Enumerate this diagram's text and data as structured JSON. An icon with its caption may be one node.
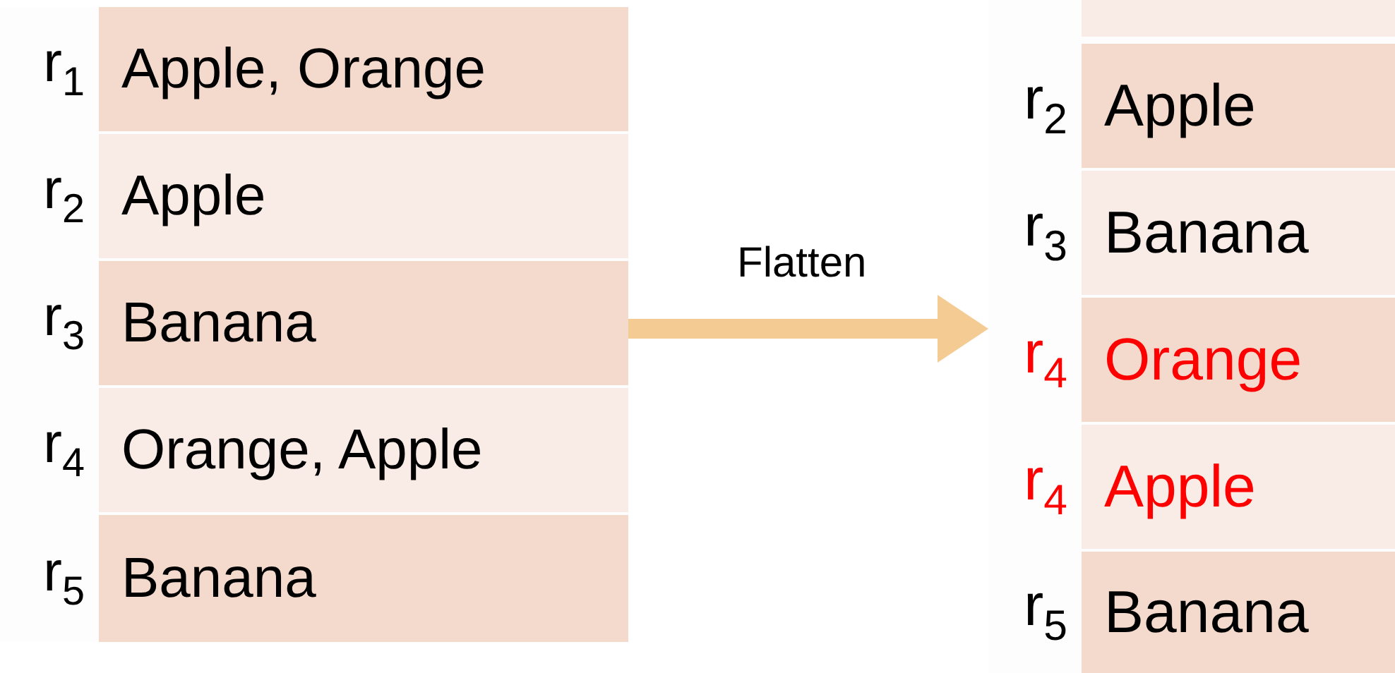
{
  "diagram": {
    "nodes": [
      {
        "text": [],
        "shape": "box"
      },
      {
        "text": [
          "Apple, Orange"
        ],
        "in": 0,
        "beside": [
          "r$_{1}$"
        ]
      },
      {
        "text": [
          "Apple"
        ],
        "in": 0,
        "beside": [
          "r$_{2}$"
        ]
      },
      {
        "text": [
          "Banana"
        ],
        "in": 0,
        "beside": [
          "r$_{3}$"
        ]
      },
      {
        "text": [
          "Orange, Apple"
        ],
        "in": 0,
        "beside": [
          "r$_{4}$"
        ]
      },
      {
        "text": [
          "Banana"
        ],
        "in": 0,
        "beside": [
          "r$_{5}$"
        ]
      },
      {
        "text": [],
        "shape": "box"
      },
      {
        "text": [
          "Apple"
        ],
        "in": 6,
        "beside": [
          "r$_{2}$"
        ]
      },
      {
        "text": [
          "Banana"
        ],
        "in": 6,
        "beside": [
          "r$_{3}$"
        ]
      },
      {
        "text": [
          "Orange"
        ],
        "in": 6,
        "beside": [
          "r$_{4}$"
        ]
      },
      {
        "text": [
          "Apple"
        ],
        "in": 6,
        "beside": [
          "r$_{4}$"
        ]
      },
      {
        "text": [
          "Banana"
        ],
        "in": 6,
        "beside": [
          "r$_{5}$"
        ]
      }
    ],
    "edges": [
      {
        "from": 0,
        "to": 6,
        "arrow": "to",
        "label": "Flatten",
        "color": "#f5cb94"
      }
    ]
  }
}
